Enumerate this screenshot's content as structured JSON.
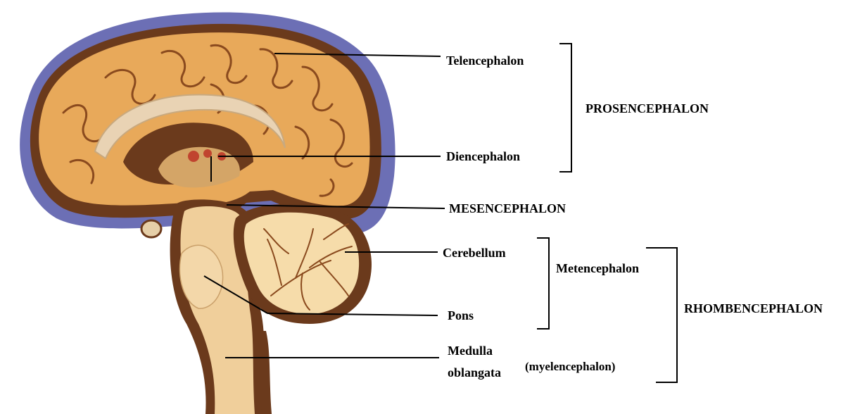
{
  "labels": {
    "telencephalon": "Telencephalon",
    "diencephalon": "Diencephalon",
    "prosencephalon": "PROSENCEPHALON",
    "mesencephalon": "MESENCEPHALON",
    "cerebellum": "Cerebellum",
    "pons": "Pons",
    "medulla_line1": "Medulla",
    "medulla_line2": "oblangata",
    "myelencephalon": "(myelencephalon)",
    "metencephalon": "Metencephalon",
    "rhombencephalon": "RHOMBENCEPHALON"
  },
  "colors": {
    "cortex": "#e8a95a",
    "cortex_dark": "#b9742f",
    "sulcus": "#8a4a1e",
    "meninges_blue": "#6c6fb5",
    "brown_layer": "#6b3a1c",
    "brainstem": "#f0cf9b",
    "cerebellum": "#f6dcaa"
  }
}
